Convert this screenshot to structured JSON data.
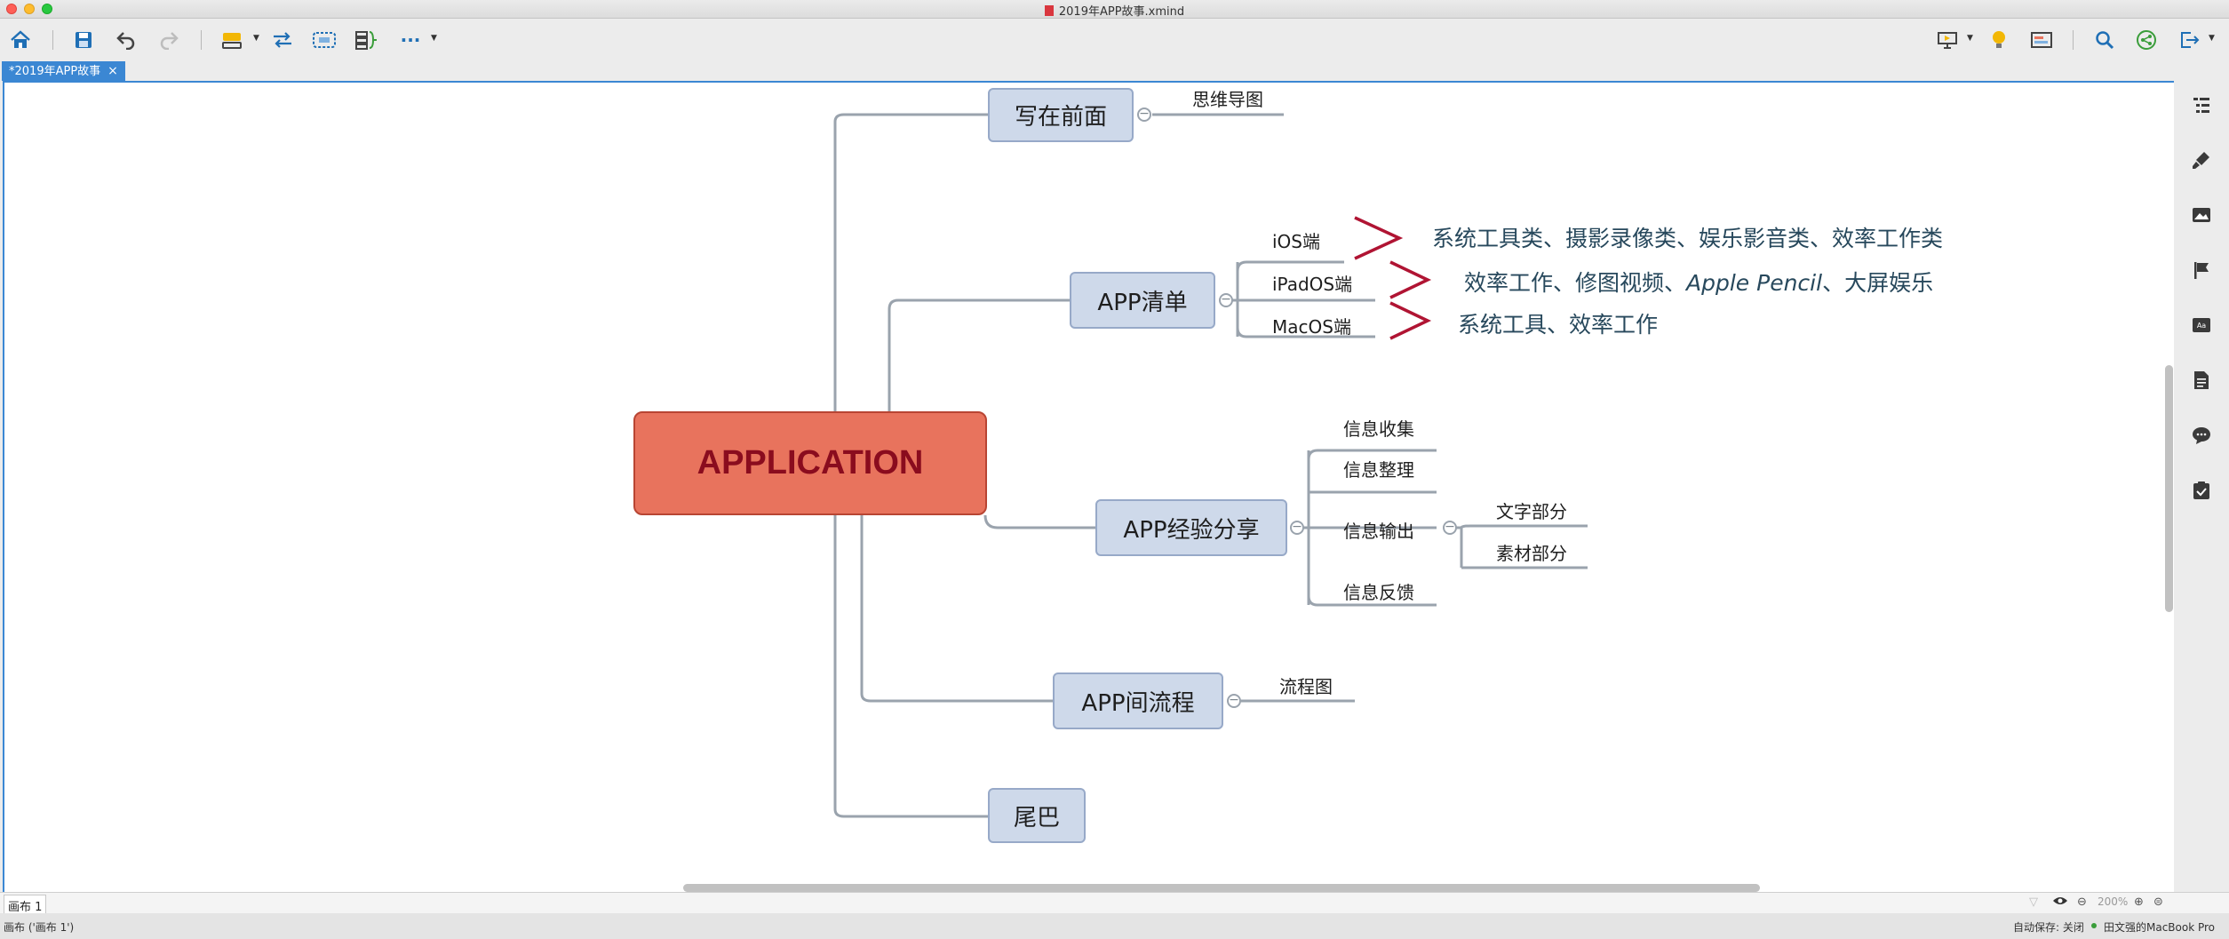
{
  "window": {
    "title": "2019年APP故事.xmind"
  },
  "colors": {
    "accent": "#3b87d3",
    "central_fill": "#e8735d",
    "central_text": "#8a0c1e",
    "topic_fill": "#ced9ea",
    "brace": "#b01433",
    "connector": "#9aa3ad"
  },
  "toolbar": {
    "left_icons": [
      "home-icon",
      "save-icon",
      "undo-icon",
      "redo-icon",
      "insert-topic-icon",
      "relationship-icon",
      "boundary-icon",
      "summary-icon",
      "more-icon"
    ],
    "right_icons": [
      "presentation-icon",
      "lightbulb-icon",
      "outline-icon",
      "search-icon",
      "share-icon",
      "export-icon"
    ]
  },
  "tab": {
    "label": "*2019年APP故事"
  },
  "map": {
    "central": "APPLICATION",
    "topics": {
      "intro": "写在前面",
      "app_list": "APP清单",
      "app_share": "APP经验分享",
      "app_flow": "APP间流程",
      "tail": "尾巴"
    },
    "subs": {
      "mindmap": "思维导图",
      "ios": "iOS端",
      "ipados": "iPadOS端",
      "macos": "MacOS端",
      "info_collect": "信息收集",
      "info_organize": "信息整理",
      "info_output": "信息输出",
      "info_feedback": "信息反馈",
      "text_part": "文字部分",
      "material_part": "素材部分",
      "flowchart": "流程图"
    },
    "notes": {
      "ios": "系统工具类、摄影录像类、娱乐影音类、效率工作类",
      "ipados_1": "效率工作、修图视频、",
      "ipados_2": "Apple Pencil",
      "ipados_3": "、大屏娱乐",
      "macos": "系统工具、效率工作"
    }
  },
  "sidebar": {
    "icons": [
      "format-icon",
      "style-brush-icon",
      "image-icon",
      "marker-flag-icon",
      "label-icon",
      "notes-icon",
      "comments-icon",
      "task-icon"
    ]
  },
  "sheet": {
    "tab_label": "画布 1"
  },
  "status": {
    "left": "画布 ('画布 1')",
    "zoom": "200%",
    "autosave": "自动保存: 关闭",
    "device": "田文强的MacBook Pro"
  }
}
